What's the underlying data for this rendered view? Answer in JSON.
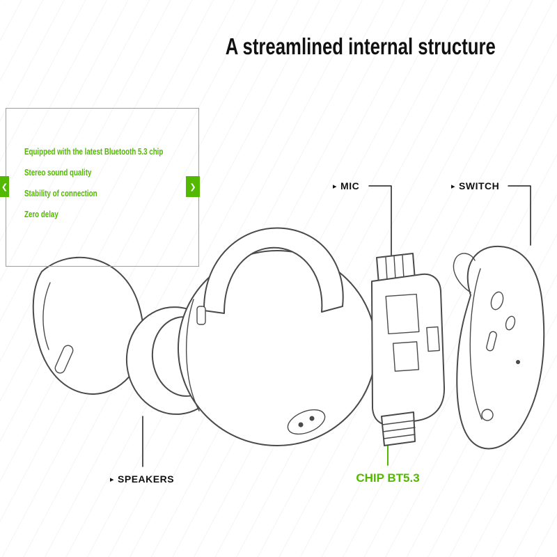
{
  "page": {
    "title": "A streamlined internal structure"
  },
  "colors": {
    "accent_green": "#52b800",
    "ink": "#111111",
    "sketch": "#4a4a4a"
  },
  "features": {
    "items": [
      "Equipped with the latest Bluetooth 5.3 chip",
      "Stereo sound quality",
      "Stability of connection",
      "Zero delay"
    ],
    "prev_arrow": "❮",
    "next_arrow": "❯"
  },
  "labels": {
    "pointer": "▸",
    "mic": "MIC",
    "switch": "SWITCH",
    "speakers": "SPEAKERS",
    "chip": "CHIP BT5.3"
  },
  "diagram": {
    "parts": [
      "ear-tip",
      "speaker-driver",
      "ear-hook-shell",
      "chip-module",
      "back-cover"
    ]
  }
}
